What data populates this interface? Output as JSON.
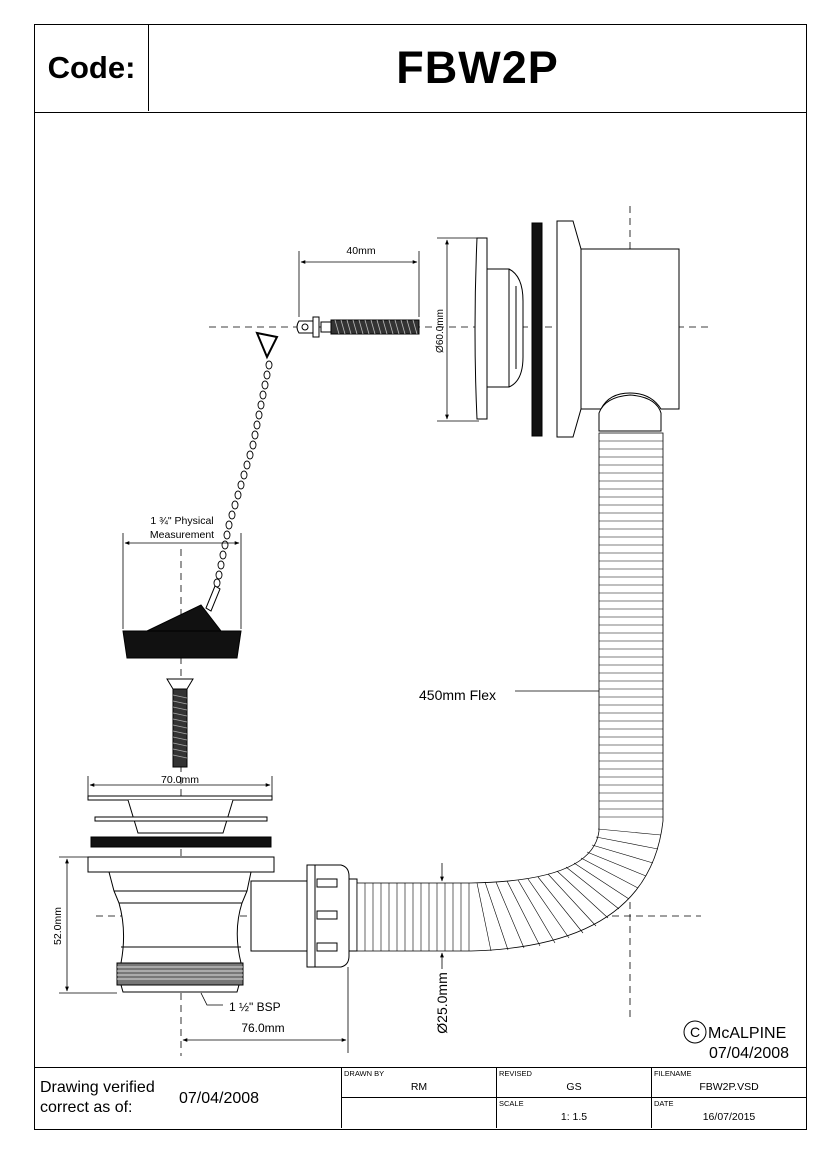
{
  "header": {
    "code_label": "Code:",
    "code_value": "FBW2P"
  },
  "drawing": {
    "dim_40": "40mm",
    "dim_60": "Ø60.0mm",
    "physical_line1": "1 ¾\" Physical",
    "physical_line2": "Measurement",
    "flex_label": "450mm Flex",
    "dim_70": "70.0mm",
    "dim_52": "52.0mm",
    "bsp_label": "1 ½\" BSP",
    "dim_76": "76.0mm",
    "dim_25": "Ø25.0mm",
    "copyright_symbol": "C",
    "brand": "McALPINE",
    "brand_date": "07/04/2008"
  },
  "footer": {
    "verified_label": "Drawing verified correct as of:",
    "verified_date": "07/04/2008",
    "drawn_by_label": "DRAWN BY",
    "drawn_by_value": "RM",
    "revised_label": "REVISED",
    "revised_value": "GS",
    "filename_label": "FILENAME",
    "filename_value": "FBW2P.VSD",
    "scale_label": "SCALE",
    "scale_value": "1: 1.5",
    "date_label": "DATE",
    "date_value": "16/07/2015"
  }
}
